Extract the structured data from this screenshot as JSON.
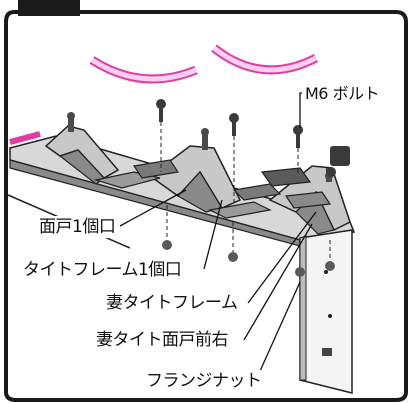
{
  "labels": {
    "bolt": "M6 ボルト",
    "ridge_cover": "面戸1個口",
    "tie_frame": "タイトフレーム1個口",
    "end_tie_frame": "妻タイトフレーム",
    "end_tie_ridge_right": "妻タイト面戸前右",
    "flange_nut": "フランジナット"
  },
  "colors": {
    "frame_border": "#1a1a1a",
    "arc_pink": "#e23aa5",
    "arc_fill": "#fbd0ec",
    "part_gray": "#8a8a8a",
    "part_light": "#c8c8c8",
    "part_dark": "#4a4a4a"
  }
}
